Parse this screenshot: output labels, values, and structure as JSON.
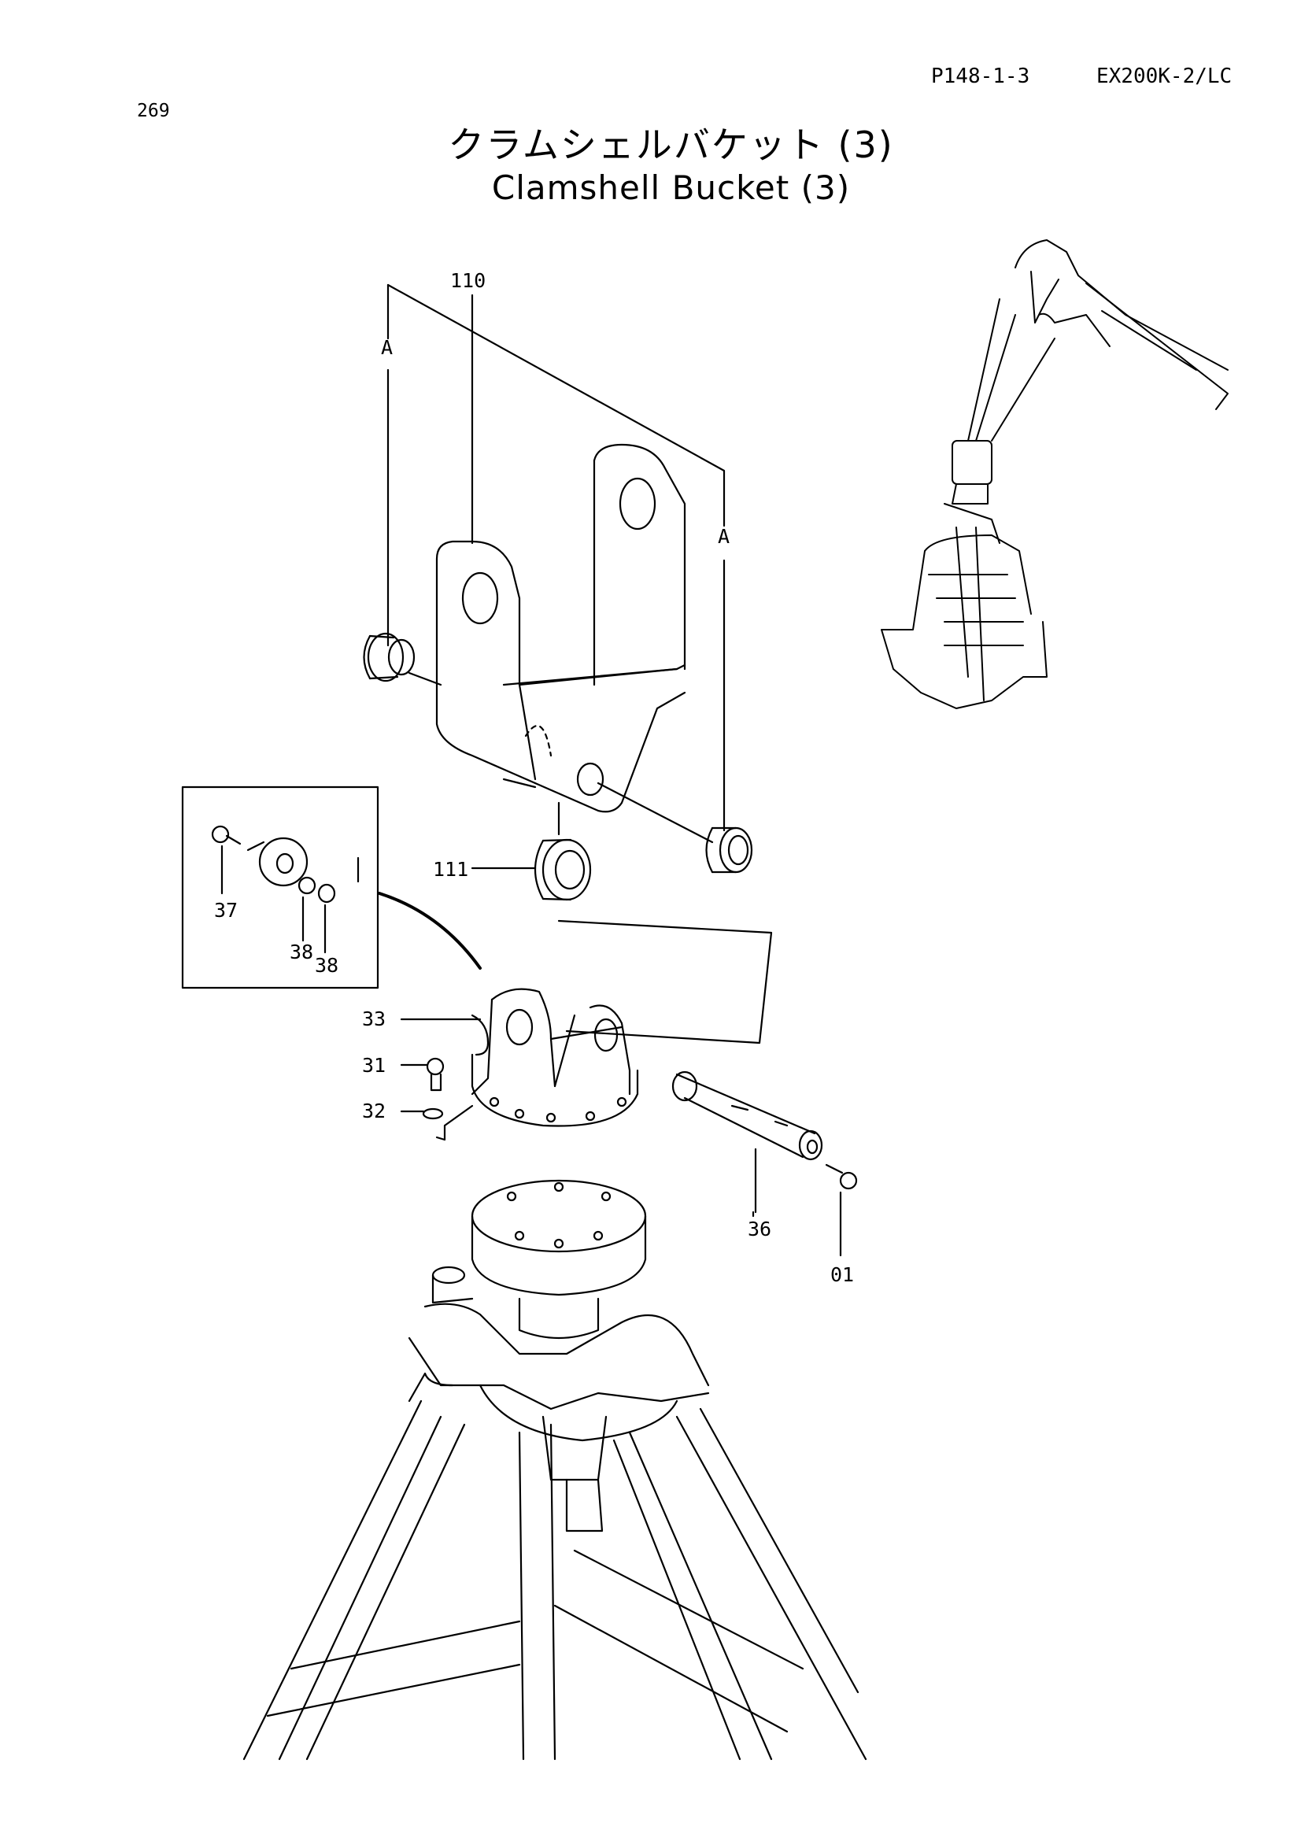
{
  "header": {
    "page_number": "269",
    "page_code": "P148-1-3",
    "model": "EX200K-2/LC"
  },
  "title": {
    "japanese": "クラムシェルバケット (3)",
    "english": "Clamshell Bucket (3)"
  },
  "callouts": {
    "p110": "110",
    "p111": "111",
    "p33": "33",
    "p31": "31",
    "p32": "32",
    "p36": "36",
    "p01": "01",
    "p37": "37",
    "p38a": "38",
    "p38b": "38",
    "ref_a_left": "A",
    "ref_a_right": "A"
  }
}
